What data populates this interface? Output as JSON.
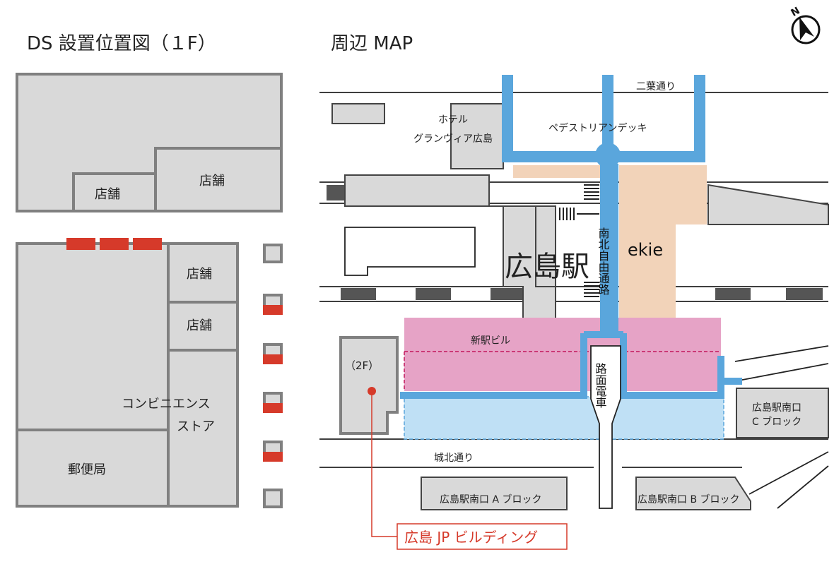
{
  "titles": {
    "floor_plan": "DS 設置位置図（１F）",
    "area_map": "周辺 MAP"
  },
  "floor_plan": {
    "shop_top_small": "店舗",
    "shop_top_large": "店舗",
    "shop_mid_1": "店舗",
    "shop_mid_2": "店舗",
    "convenience_line1": "コンビニエンス",
    "convenience_line2": "ストア",
    "post_office": "郵便局"
  },
  "map": {
    "road_top": "二葉通り",
    "hotel_line1": "ホテル",
    "hotel_line2": "グランヴィア広島",
    "deck": "ペデストリアンデッキ",
    "station": "広島駅",
    "north_south_passage": "南北自由通路",
    "ekie": "ekie",
    "new_station_building": "新駅ビル",
    "floor_2f": "（2F）",
    "tram": "路面電車",
    "block_c_line1": "広島駅南口",
    "block_c_line2": "C ブロック",
    "road_bottom": "城北通り",
    "block_a": "広島駅南口 A ブロック",
    "block_b": "広島駅南口 B ブロック",
    "callout": "広島 JP ビルディング",
    "compass": "N"
  },
  "colors": {
    "walkway_blue": "#5aa6dc",
    "new_building_pink": "#e6a3c6",
    "ekie_peach": "#f2d3b9",
    "light_blue": "#bfe0f5",
    "marker_red": "#d63a2a",
    "building_gray": "#d9d9d9"
  }
}
